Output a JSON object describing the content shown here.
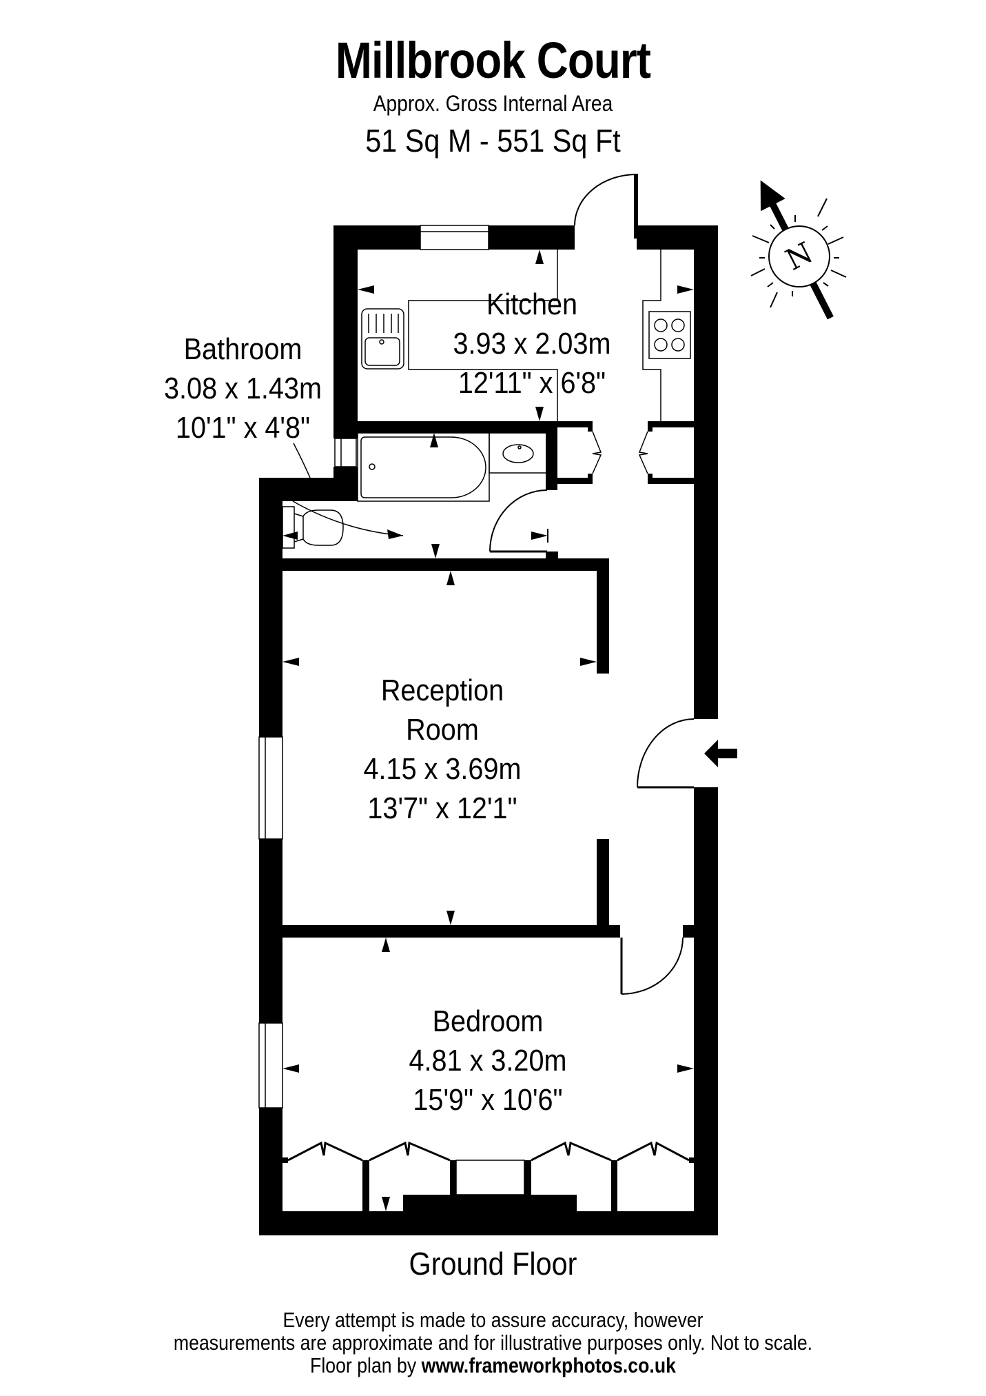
{
  "header": {
    "title": "Millbrook Court",
    "subtitle": "Approx. Gross Internal Area",
    "area": "51 Sq M  -  551 Sq Ft"
  },
  "compass": {
    "icon": "north-arrow-icon",
    "letter": "N"
  },
  "rooms": [
    {
      "name": "Kitchen",
      "metric": "3.93 x 2.03m",
      "imperial": "12'11\" x 6'8\""
    },
    {
      "name": "Bathroom",
      "metric": "3.08 x 1.43m",
      "imperial": "10'1\" x 4'8\""
    },
    {
      "name": "Reception",
      "name2": "Room",
      "metric": "4.15 x 3.69m",
      "imperial": "13'7\" x 12'1\""
    },
    {
      "name": "Bedroom",
      "metric": "4.81 x 3.20m",
      "imperial": "15'9\" x 10'6\""
    }
  ],
  "floor": {
    "label": "Ground Floor"
  },
  "footer": {
    "line1": "Every attempt is made to assure accuracy, however",
    "line2": "measurements are approximate and for illustrative purposes only. Not to scale.",
    "credit_prefix": "Floor plan by ",
    "credit_link": "www.frameworkphotos.co.uk"
  },
  "colors": {
    "wall": "#000000",
    "background": "#ffffff"
  }
}
